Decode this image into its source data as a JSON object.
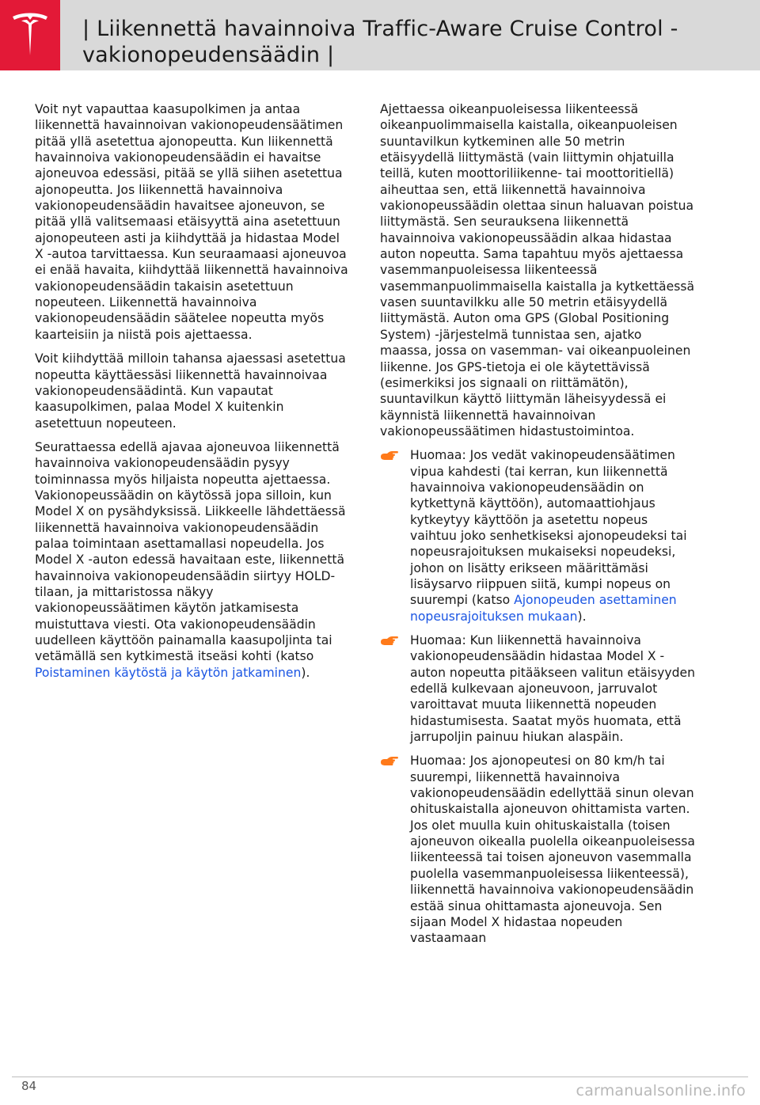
{
  "header": {
    "title_line1": "| Liikennettä havainnoiva Traffic-Aware Cruise Control -",
    "title_line2": "vakionopeudensäädin |",
    "brand_color": "#e31937",
    "logo_icon": "tesla-logo"
  },
  "left": {
    "p1": "Voit nyt vapauttaa kaasupolkimen ja antaa liikennettä havainnoivan vakionopeudensäätimen pitää yllä asetettua ajonopeutta. Kun liikennettä havainnoiva vakionopeudensäädin ei havaitse ajoneuvoa edessäsi, pitää se yllä siihen asetettua ajonopeutta. Jos liikennettä havainnoiva vakionopeudensäädin havaitsee ajoneuvon, se pitää yllä valitsemaasi etäisyyttä aina asetettuun ajonopeuteen asti ja kiihdyttää ja hidastaa Model X -autoa tarvittaessa. Kun seuraamaasi ajoneuvoa ei enää havaita, kiihdyttää liikennettä havainnoiva vakionopeudensäädin takaisin asetettuun nopeuteen. Liikennettä havainnoiva vakionopeudensäädin säätelee nopeutta myös kaarteisiin ja niistä pois ajettaessa.",
    "p2": "Voit kiihdyttää milloin tahansa ajaessasi asetettua nopeutta käyttäessäsi liikennettä havainnoivaa vakionopeudensäädintä. Kun vapautat kaasupolkimen, palaa Model X kuitenkin asetettuun nopeuteen.",
    "p3_text": "Seurattaessa edellä ajavaa ajoneuvoa liikennettä havainnoiva vakionopeudensäädin pysyy toiminnassa myös hiljaista nopeutta ajettaessa. Vakionopeussäädin on käytössä jopa silloin, kun Model X on pysähdyksissä. Liikkeelle lähdettäessä liikennettä havainnoiva vakionopeudensäädin palaa toimintaan asettamallasi nopeudella. Jos Model X -auton edessä havaitaan este, liikennettä havainnoiva vakionopeudensäädin siirtyy HOLD-tilaan, ja mittaristossa näkyy vakionopeussäätimen käytön jatkamisesta muistuttava viesti. Ota vakionopeudensäädin uudelleen käyttöön painamalla kaasupoljinta tai vetämällä sen kytkimestä itseäsi kohti (katso ",
    "p3_link": "Poistaminen käytöstä ja käytön jatkaminen",
    "p3_end": ")."
  },
  "right": {
    "p1": "Ajettaessa oikeanpuoleisessa liikenteessä oikeanpuolimmaisella kaistalla, oikeanpuoleisen suuntavilkun kytkeminen alle 50 metrin etäisyydellä liittymästä (vain liittymin ohjatuilla teillä, kuten moottoriliikenne- tai moottoritiellä) aiheuttaa sen, että liikennettä havainnoiva vakionopeussäädin olettaa sinun haluavan poistua liittymästä. Sen seurauksena liikennettä havainnoiva vakionopeussäädin alkaa hidastaa auton nopeutta. Sama tapahtuu myös ajettaessa vasemmanpuoleisessa liikenteessä vasemmanpuolimmaisella kaistalla ja kytkettäessä vasen suuntavilkku alle 50 metrin etäisyydellä liittymästä. Auton oma GPS (Global Positioning System) -järjestelmä tunnistaa sen, ajatko maassa, jossa on vasemman- vai oikeanpuoleinen liikenne. Jos GPS-tietoja ei ole käytettävissä (esimerkiksi jos signaali on riittämätön), suuntavilkun käyttö liittymän läheisyydessä ei käynnistä liikennettä havainnoivan vakionopeussäätimen hidastustoimintoa.",
    "note1_text": "Huomaa: Jos vedät vakinopeudensäätimen vipua kahdesti (tai kerran, kun liikennettä havainnoiva vakionopeudensäädin on kytkettynä käyttöön), automaattiohjaus kytkeytyy käyttöön ja asetettu nopeus vaihtuu joko senhetkiseksi ajonopeudeksi tai nopeusrajoituksen mukaiseksi nopeudeksi, johon on lisätty erikseen määrittämäsi lisäysarvo riippuen siitä, kumpi nopeus on suurempi (katso ",
    "note1_link": "Ajonopeuden asettaminen nopeusrajoituksen mukaan",
    "note1_end": ").",
    "note2": "Huomaa: Kun liikennettä havainnoiva vakionopeudensäädin hidastaa Model X -auton nopeutta pitääkseen valitun etäisyyden edellä kulkevaan ajoneuvoon, jarruvalot varoittavat muuta liikennettä nopeuden hidastumisesta. Saatat myös huomata, että jarrupoljin painuu hiukan alaspäin.",
    "note3": "Huomaa: Jos ajonopeutesi on 80 km/h tai suurempi, liikennettä havainnoiva vakionopeudensäädin edellyttää sinun olevan ohituskaistalla ajoneuvon ohittamista varten. Jos olet muulla kuin ohituskaistalla (toisen ajoneuvon oikealla puolella oikeanpuoleisessa liikenteessä tai toisen ajoneuvon vasemmalla puolella vasemmanpuoleisessa liikenteessä), liikennettä havainnoiva vakionopeudensäädin estää sinua ohittamasta ajoneuvoja. Sen sijaan Model X hidastaa nopeuden vastaamaan",
    "note_icon": "pointing-hand-icon",
    "note_icon_color": "#ff7a1a",
    "link_color": "#1a55e3"
  },
  "footer": {
    "page_number": "84",
    "watermark": "carmanualsonline.info"
  }
}
